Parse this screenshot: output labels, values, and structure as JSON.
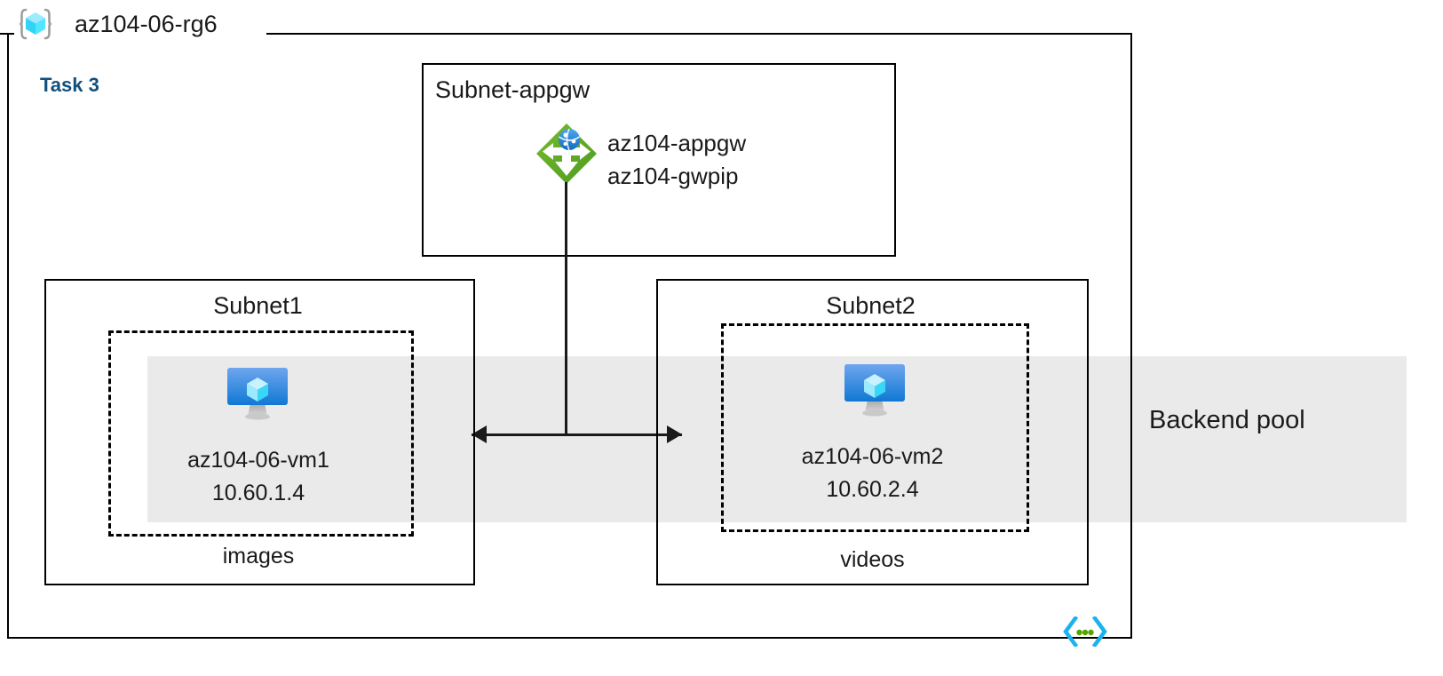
{
  "diagram": {
    "resource_group": {
      "name": "az104-06-rg6",
      "icon": "resource-group-cube-icon"
    },
    "task_label": "Task 3",
    "accent_colors": {
      "task_blue": "#12507e",
      "band_gray": "#eaeaea",
      "appgw_green": "#5EA72F",
      "vm_blue": "#1B83DD",
      "cube_cyan": "#50E6FF",
      "template_cyan": "#1BB3EE",
      "template_green": "#57A300"
    },
    "backend_pool": {
      "label": "Backend pool"
    },
    "subnets": [
      {
        "id": "subnet-appgw",
        "title": "Subnet-appgw",
        "title_align": "left",
        "resources": [
          {
            "icon": "application-gateway-icon",
            "lines": [
              "az104-appgw",
              "az104-gwpip"
            ]
          }
        ]
      },
      {
        "id": "subnet1",
        "title": "Subnet1",
        "title_align": "center",
        "vm": {
          "icon": "virtual-machine-icon",
          "name": "az104-06-vm1",
          "ip": "10.60.1.4"
        },
        "storage_label": "images"
      },
      {
        "id": "subnet2",
        "title": "Subnet2",
        "title_align": "center",
        "vm": {
          "icon": "virtual-machine-icon",
          "name": "az104-06-vm2",
          "ip": "10.60.2.4"
        },
        "storage_label": "videos"
      }
    ],
    "footer_icon": "arm-template-code-icon",
    "connectors": [
      {
        "id": "appgw-to-backend",
        "type": "vertical-line"
      },
      {
        "id": "vm1-vm2-bidirectional",
        "type": "double-arrow"
      }
    ]
  }
}
